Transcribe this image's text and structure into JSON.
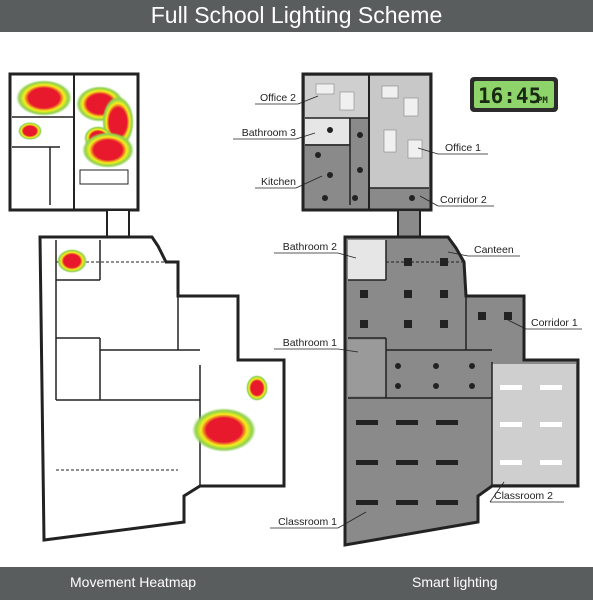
{
  "header": {
    "title": "Full School Lighting Scheme"
  },
  "footer": {
    "left_caption": "Movement Heatmap",
    "right_caption": "Smart lighting"
  },
  "clock": {
    "time": "16:45",
    "period": "PM"
  },
  "rooms": {
    "office2": "Office 2",
    "bathroom3": "Bathroom 3",
    "kitchen": "Kitchen",
    "office1": "Office 1",
    "corridor2": "Corridor 2",
    "bathroom2": "Bathroom 2",
    "canteen": "Canteen",
    "corridor1": "Corridor 1",
    "bathroom1": "Bathroom 1",
    "classroom2": "Classroom 2",
    "classroom1": "Classroom 1"
  },
  "colors": {
    "header_bar": "#5a5d5e",
    "lights_off_room": "#8a8a8a",
    "lights_on_room": "#c8c8c8",
    "heat_hot": "#e8192c",
    "heat_warm": "#f5ee1a",
    "heat_mild": "#8fd14f",
    "lcd": "#8ed46a"
  }
}
